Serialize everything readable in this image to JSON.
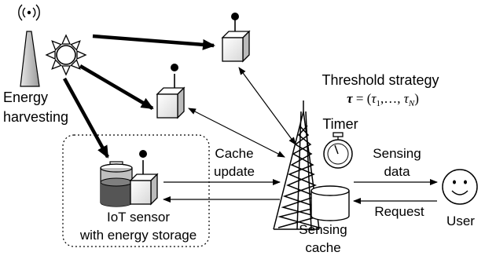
{
  "labels": {
    "energy_harvesting_line1": "Energy",
    "energy_harvesting_line2": "harvesting",
    "threshold_strategy": "Threshold strategy",
    "threshold_formula": "τ = (τ1,…, τN)",
    "timer": "Timer",
    "cache_update_line1": "Cache",
    "cache_update_line2": "update",
    "sensing_data_line1": "Sensing",
    "sensing_data_line2": "data",
    "request": "Request",
    "user": "User",
    "iot_sensor_line1": "IoT sensor",
    "iot_sensor_line2": "with energy storage",
    "sensing_cache_line1": "Sensing",
    "sensing_cache_line2": "cache"
  },
  "icons": [
    "antenna-tower-icon",
    "sun-icon",
    "iot-sensor-icon",
    "battery-icon",
    "cell-tower-icon",
    "database-cylinder-icon",
    "stopwatch-icon",
    "smiley-user-icon"
  ]
}
